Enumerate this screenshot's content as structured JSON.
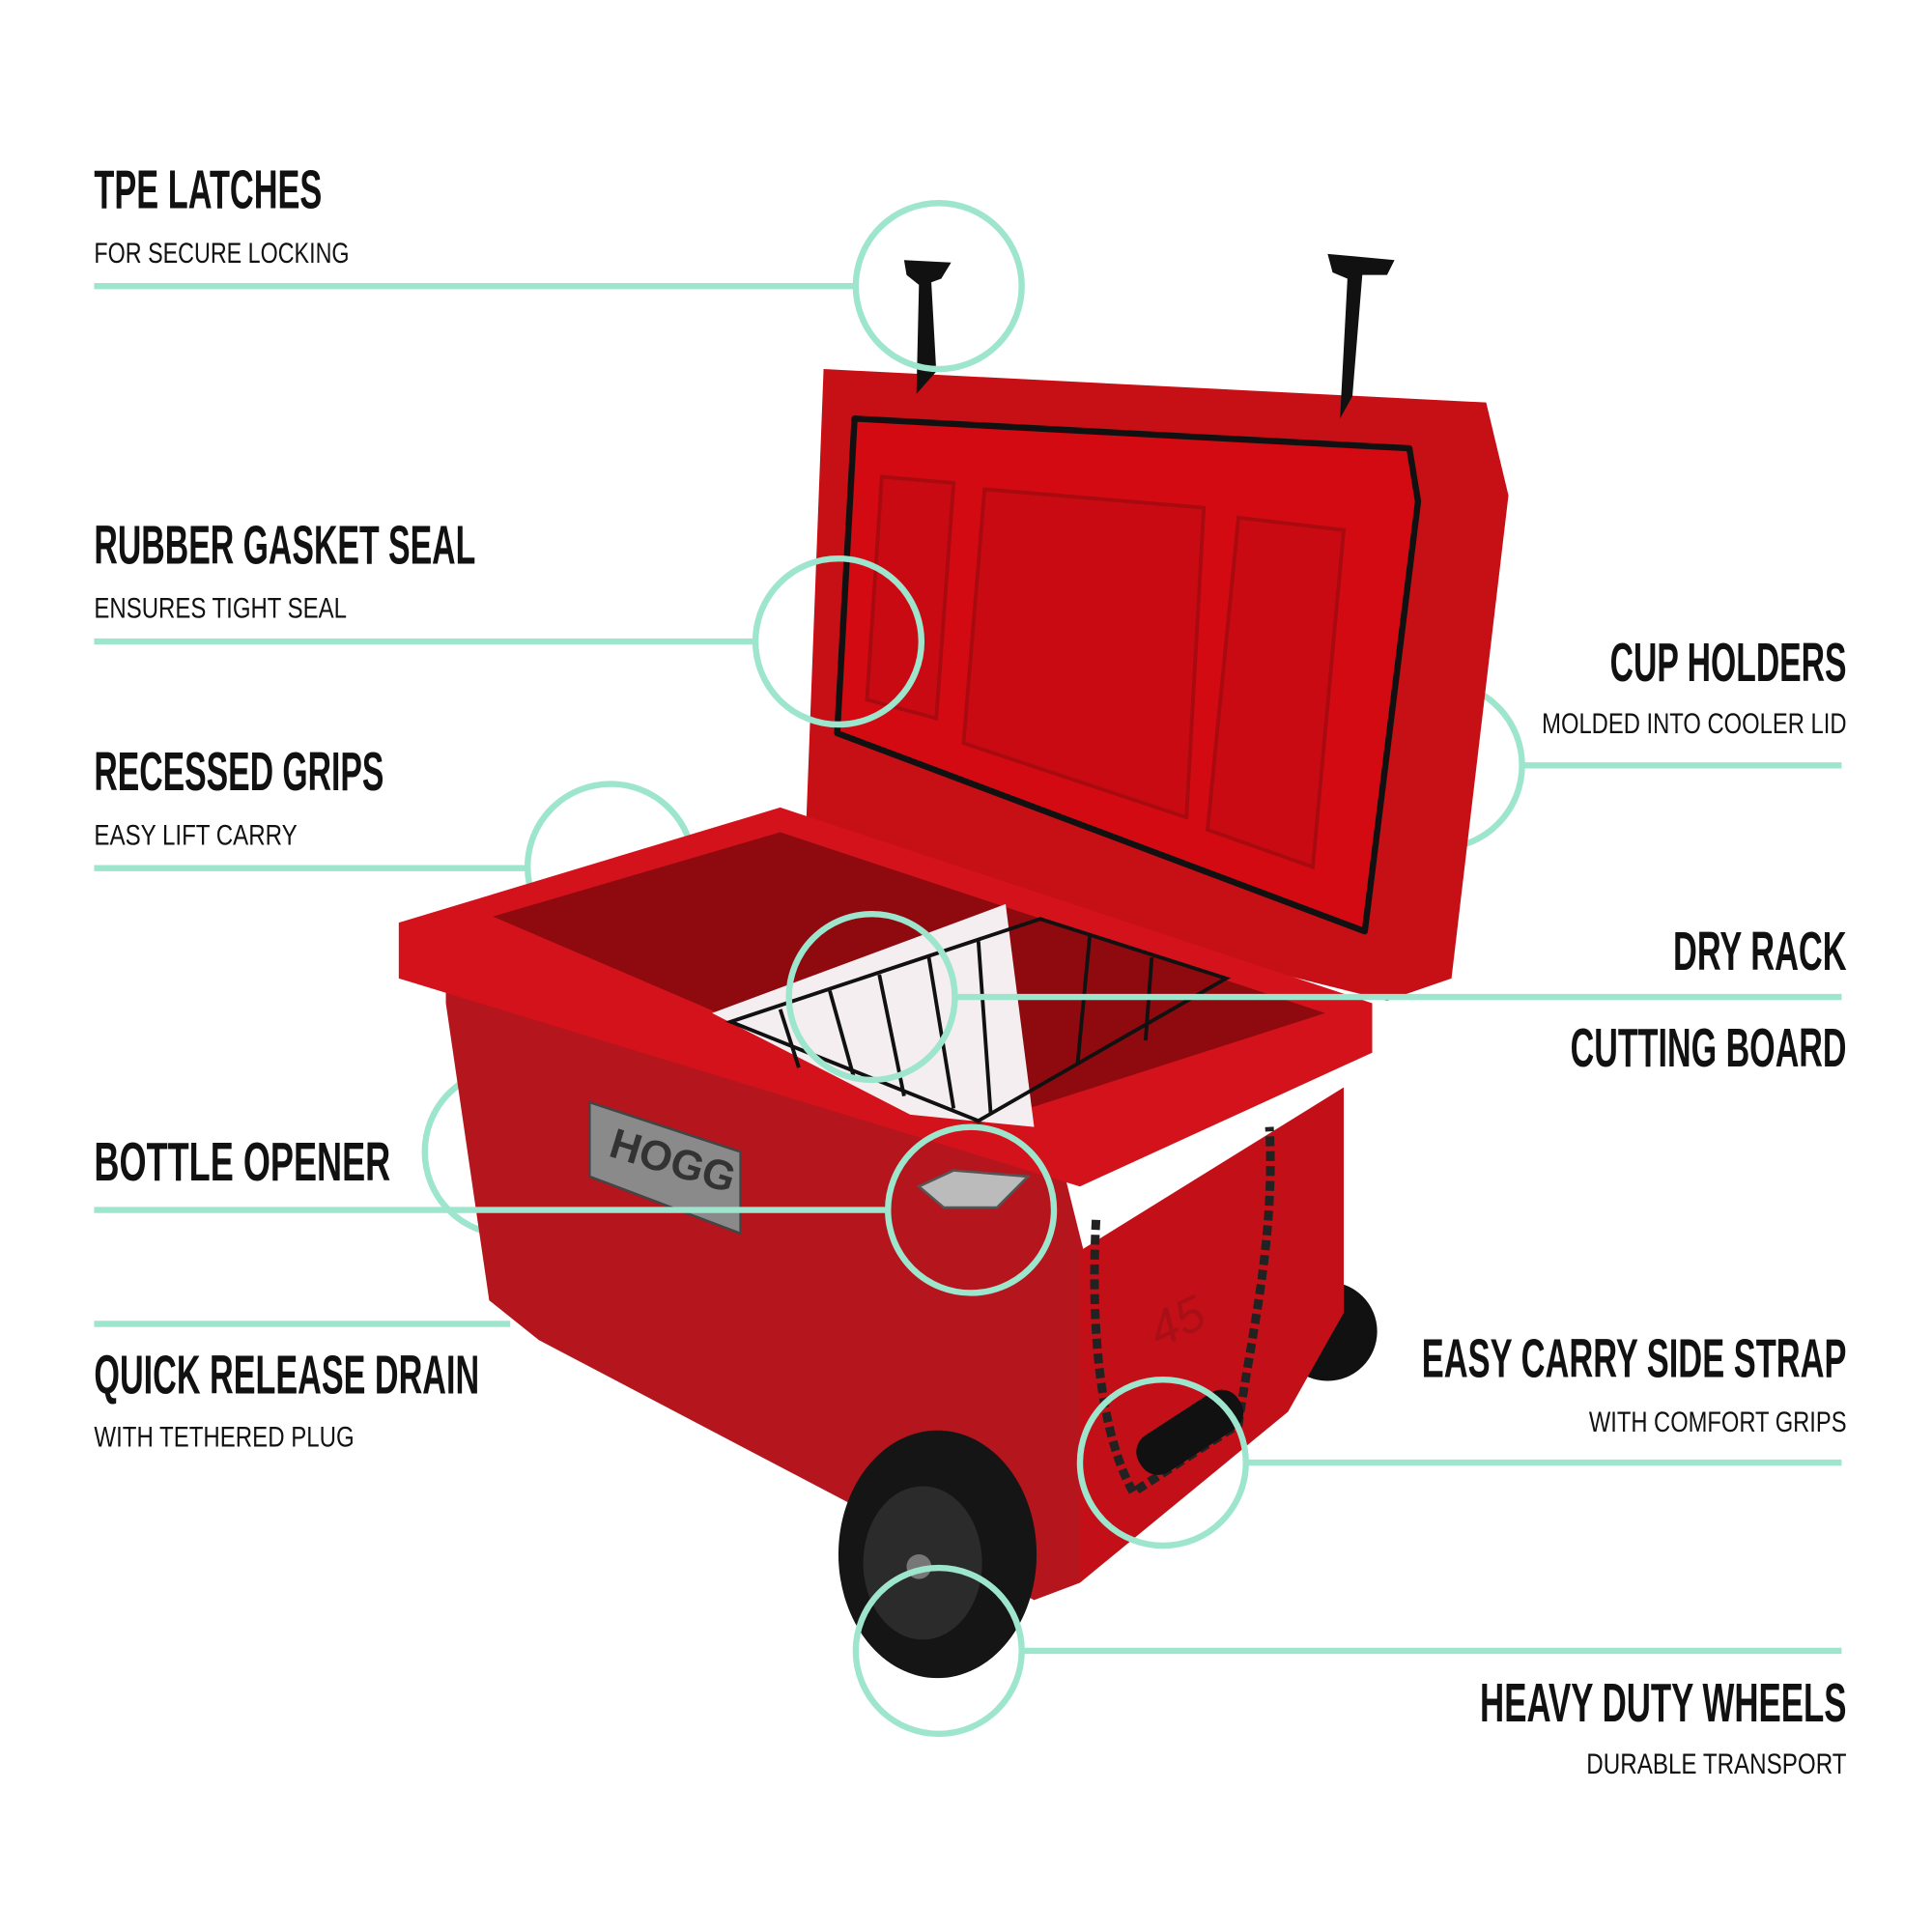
{
  "brand": {
    "logo_text": "HOGG",
    "model_text": "45"
  },
  "colors": {
    "accent": "#9de6cd",
    "cooler_red": "#c8101a",
    "text": "#111111"
  },
  "features": {
    "tpe_latches": {
      "title": "TPE LATCHES",
      "subtitle": "FOR SECURE LOCKING"
    },
    "gasket": {
      "title": "RUBBER GASKET SEAL",
      "subtitle": "ENSURES TIGHT SEAL"
    },
    "grips": {
      "title": "RECESSED GRIPS",
      "subtitle": "EASY LIFT CARRY"
    },
    "bottle_opener": {
      "title": "BOTTLE OPENER"
    },
    "drain": {
      "title": "QUICK RELEASE DRAIN",
      "subtitle": "WITH TETHERED PLUG"
    },
    "cup_holders": {
      "title": "CUP HOLDERS",
      "subtitle": "MOLDED INTO COOLER LID"
    },
    "dry_rack": {
      "title": "DRY RACK"
    },
    "cutting_board": {
      "title": "CUTTING BOARD"
    },
    "side_strap": {
      "title": "EASY CARRY SIDE STRAP",
      "subtitle": "WITH COMFORT GRIPS"
    },
    "wheels": {
      "title": "HEAVY DUTY WHEELS",
      "subtitle": "DURABLE TRANSPORT"
    }
  }
}
